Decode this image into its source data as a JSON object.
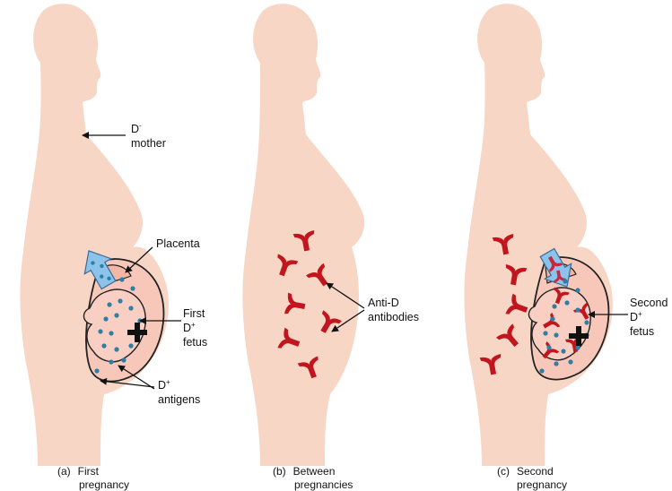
{
  "colors": {
    "skin": "#f8d6c6",
    "uterus": "#f7c7b9",
    "outline": "#222222",
    "antigen_dot": "#2e7ea6",
    "antibody": "#c1161e",
    "arrow_blue": "#8cc3ea",
    "arrow_red_fill": "#c8283a"
  },
  "panels": [
    {
      "caption_letter": "(a)",
      "caption_line1": "First",
      "caption_line2": "pregnancy",
      "labels": {
        "mother_base": "D",
        "mother_sup": "-",
        "mother_word": "mother",
        "placenta": "Placenta",
        "fetus_line1": "First",
        "fetus_base": "D",
        "fetus_sup": "+",
        "fetus_word": "fetus",
        "antigens_base": "D",
        "antigens_sup": "+",
        "antigens_word": "antigens"
      }
    },
    {
      "caption_letter": "(b)",
      "caption_line1": "Between",
      "caption_line2": "pregnancies",
      "labels": {
        "antibodies_line1": "Anti-D",
        "antibodies_line2": "antibodies"
      }
    },
    {
      "caption_letter": "(c)",
      "caption_line1": "Second",
      "caption_line2": "pregnancy",
      "labels": {
        "fetus_line1": "Second",
        "fetus_base": "D",
        "fetus_sup": "+",
        "fetus_word": "fetus"
      }
    }
  ]
}
